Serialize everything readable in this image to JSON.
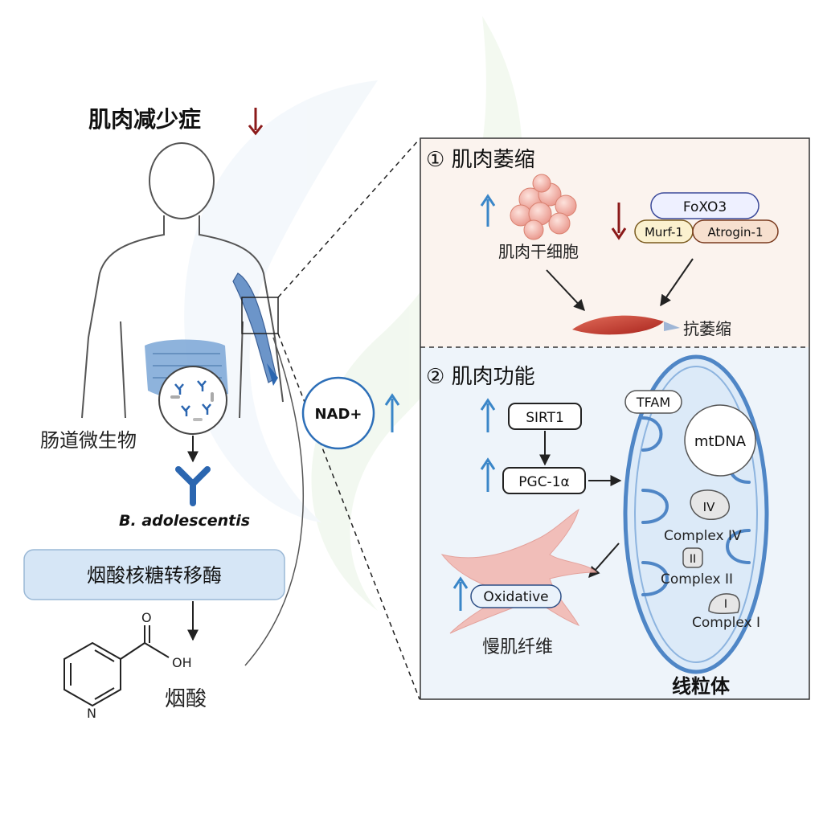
{
  "colors": {
    "down_arrow": "#8b1a1a",
    "up_arrow": "#3a86c8",
    "panel_top_bg": "#fbf3ee",
    "panel_bottom_bg": "#eef4fa",
    "mitochondria": "#4f86c6",
    "muscle": "#c0392b",
    "gut": "#7aa6d6",
    "enzyme_box": "#d6e6f6"
  },
  "title": {
    "label": "肌肉减少症"
  },
  "gut": {
    "label": "肠道微生物"
  },
  "bacterium": {
    "name": "B. adolescentis"
  },
  "enzyme": {
    "label": "烟酸核糖转移酶"
  },
  "niacin": {
    "label": "烟酸",
    "carboxyl_o": "O",
    "hydroxyl": "OH",
    "ring_n": "N"
  },
  "nad": {
    "label": "NAD+"
  },
  "atrophy": {
    "title": "① 肌肉萎缩",
    "stem_cell_label": "肌肉干细胞",
    "foxo3": "FoXO3",
    "murf1": "Murf-1",
    "atrogin1": "Atrogin-1",
    "result_label": "抗萎缩"
  },
  "function": {
    "title": "② 肌肉功能",
    "sirt1": "SIRT1",
    "pgc1a": "PGC-1α",
    "tfam": "TFAM",
    "mtdna": "mtDNA",
    "complex_iv_short": "IV",
    "complex_iv": "Complex IV",
    "complex_ii_short": "II",
    "complex_ii": "Complex II",
    "complex_i_short": "I",
    "complex_i": "Complex I",
    "oxidative": "Oxidative",
    "slow_fiber_label": "慢肌纤维",
    "mitochondria_label": "线粒体"
  }
}
